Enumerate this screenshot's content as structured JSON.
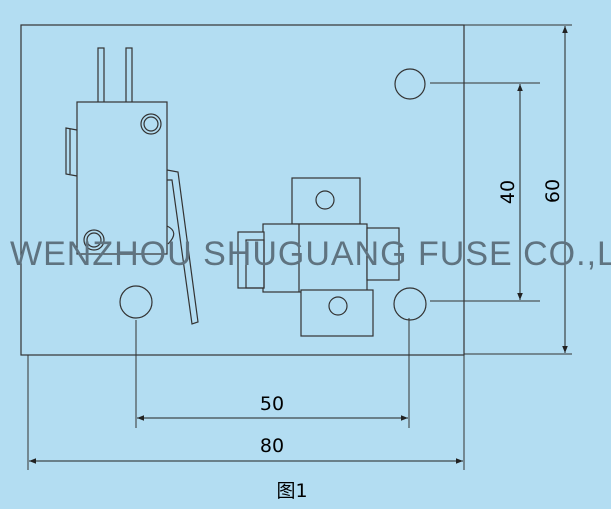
{
  "figure": {
    "caption": "图1",
    "watermark": "WENZHOU SHUGUANG FUSE CO.,LTD",
    "colors": {
      "background": "#b3ddf2",
      "stroke": "#333333",
      "watermark": "#5f7380"
    }
  },
  "dimensions": {
    "hole_spacing_h": "50",
    "plate_width": "80",
    "hole_spacing_v": "40",
    "plate_height": "60"
  }
}
